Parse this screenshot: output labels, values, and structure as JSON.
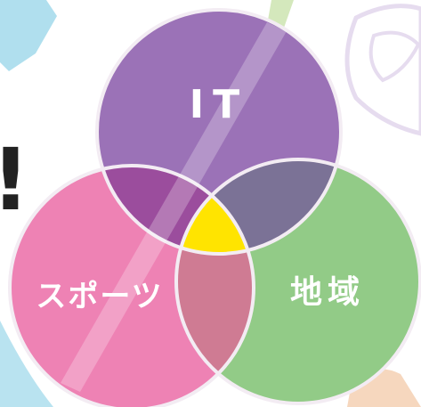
{
  "diagram": {
    "type": "venn",
    "sets": [
      {
        "id": "it",
        "label": "IT",
        "color": "#9b72b7"
      },
      {
        "id": "sports",
        "label": "スポーツ",
        "color": "#ee82b4"
      },
      {
        "id": "region",
        "label": "地域",
        "color": "#92cb87"
      }
    ],
    "center_color": "#ffe400",
    "outline_color": "#f3ecf3"
  },
  "background": {
    "exclamation_mark": "!",
    "doodle_colors": [
      "#a7dcec",
      "#cfe6b5",
      "#e6dcef",
      "#f6d7be"
    ]
  }
}
